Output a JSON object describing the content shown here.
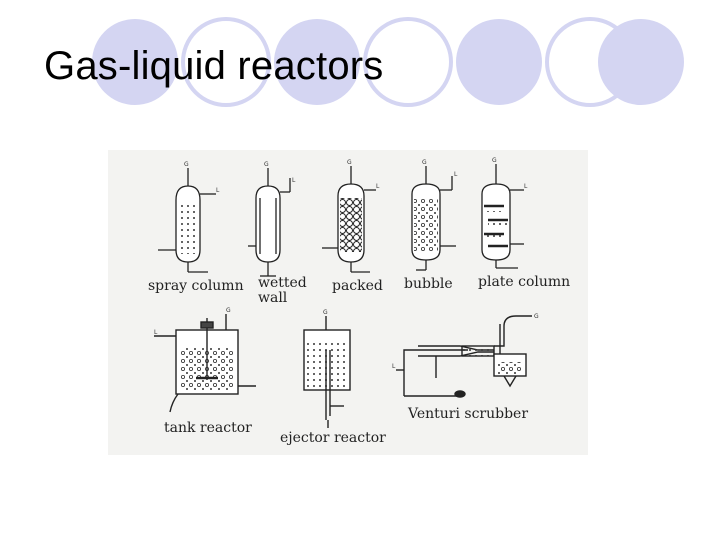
{
  "slide": {
    "title": "Gas-liquid reactors",
    "accent_color": "#d4d5f2"
  },
  "figure": {
    "labels": {
      "spray_column": "spray column",
      "wetted_wall_1": "wetted",
      "wetted_wall_2": "wall",
      "packed": "packed",
      "bubble": "bubble",
      "plate_column": "plate column",
      "tank_reactor": "tank reactor",
      "ejector_reactor": "ejector reactor",
      "venturi_scrubber": "Venturi scrubber"
    },
    "stream_marks": {
      "gas": "G",
      "liquid": "L"
    }
  }
}
